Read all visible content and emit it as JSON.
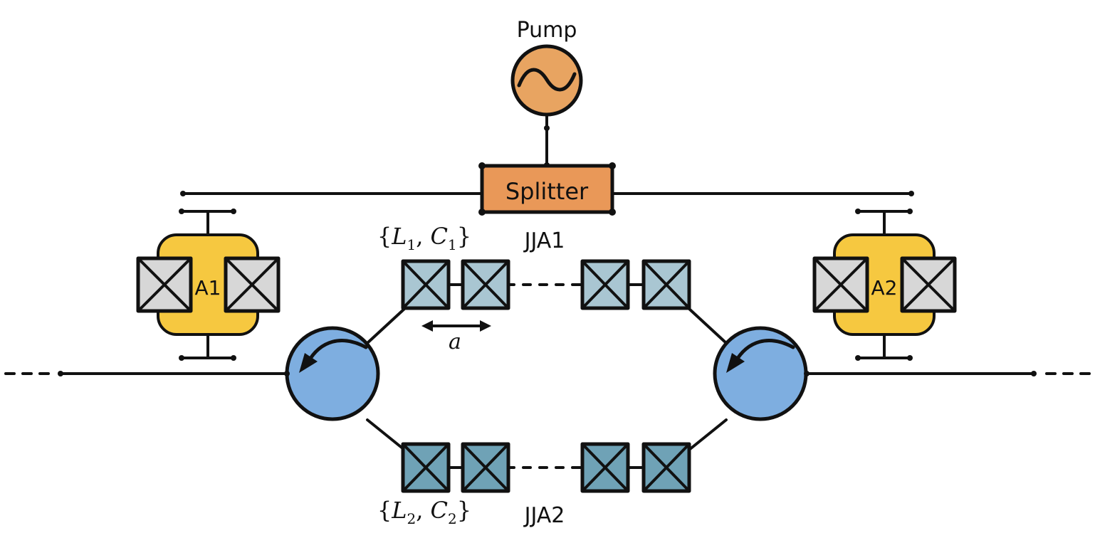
{
  "pump": {
    "label": "Pump",
    "color": "#e8a461"
  },
  "splitter": {
    "label": "Splitter",
    "color": "#e99858"
  },
  "amplifiers": [
    {
      "label": "A1",
      "color": "#f6c840"
    },
    {
      "label": "A2",
      "color": "#f6c840"
    }
  ],
  "arrays": [
    {
      "name": "JJA1",
      "params": {
        "L": "L",
        "Lsub": "1",
        "C": "C",
        "Csub": "1"
      },
      "junction_color": "#a9c6d2"
    },
    {
      "name": "JJA2",
      "params": {
        "L": "L",
        "Lsub": "2",
        "C": "C",
        "Csub": "2"
      },
      "junction_color": "#6fa2b6"
    }
  ],
  "spacing_label": "a",
  "circulator_color": "#7eaee0",
  "junction_color_amp": "#d7d7d7"
}
